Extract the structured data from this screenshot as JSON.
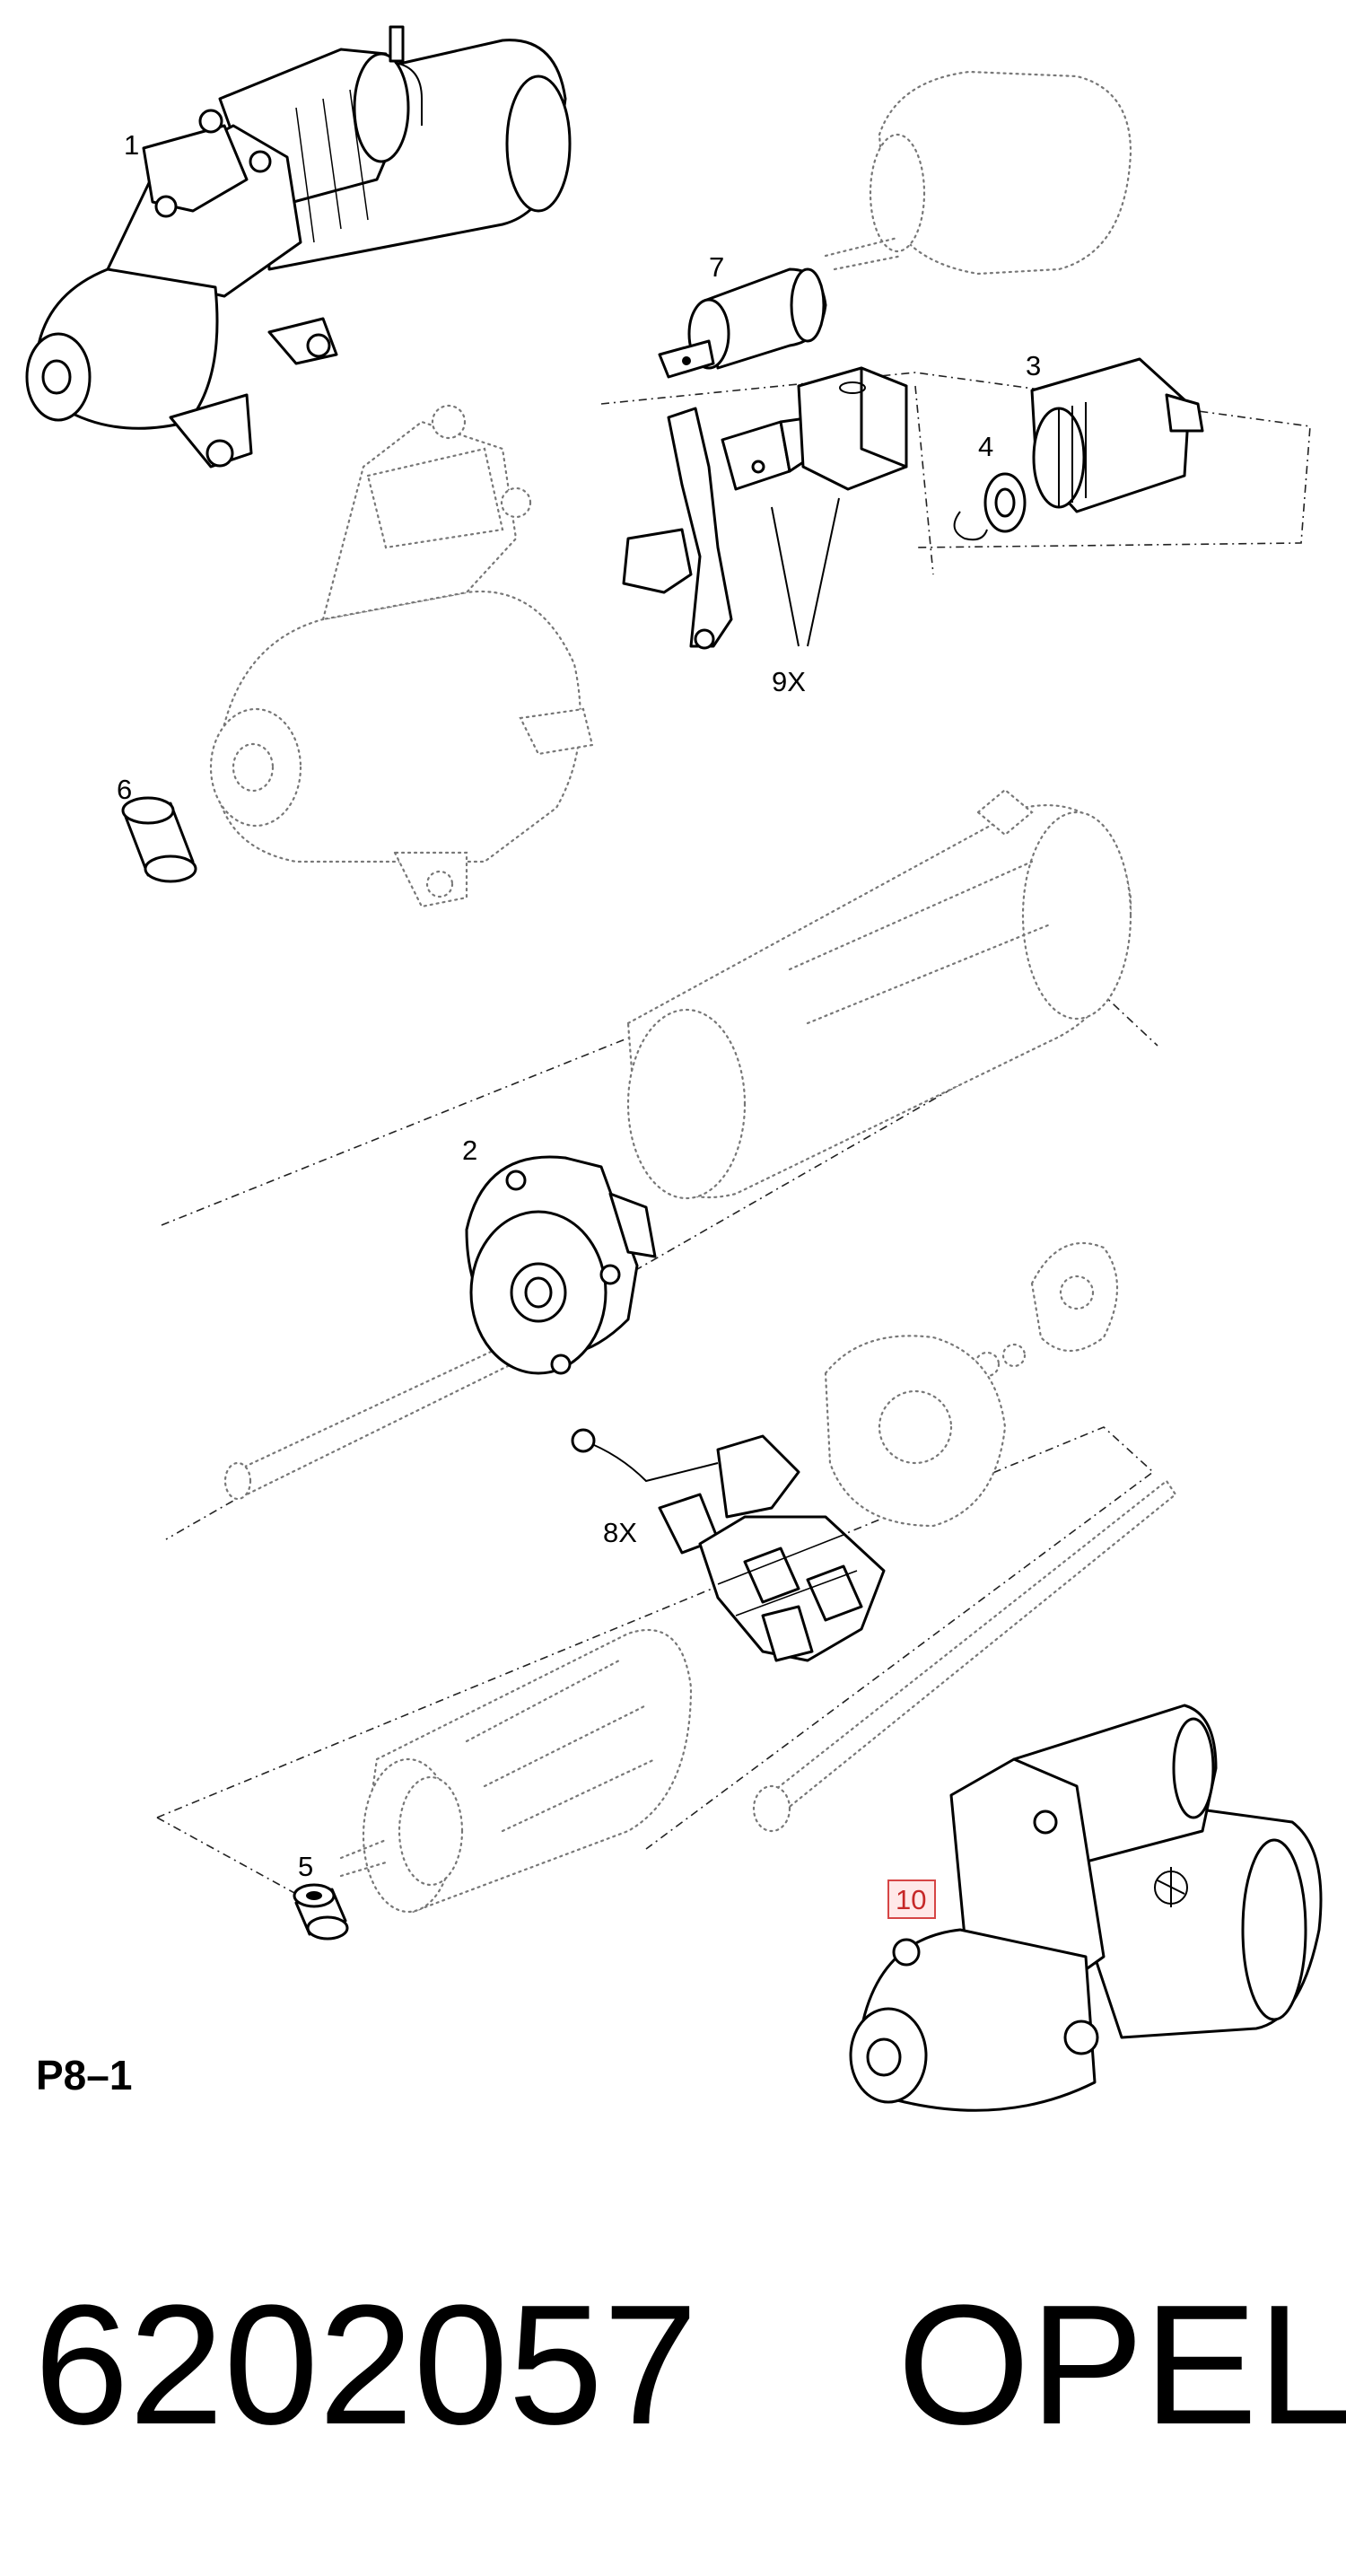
{
  "callouts": {
    "c1": "1",
    "c2": "2",
    "c3": "3",
    "c4": "4",
    "c5": "5",
    "c6": "6",
    "c7": "7",
    "c8": "8X",
    "c9": "9X",
    "c10": "10"
  },
  "highlight_color": "#d64545",
  "page_code": "P8–1",
  "footer": {
    "part_number": "6202057",
    "brand": "OPEL"
  }
}
